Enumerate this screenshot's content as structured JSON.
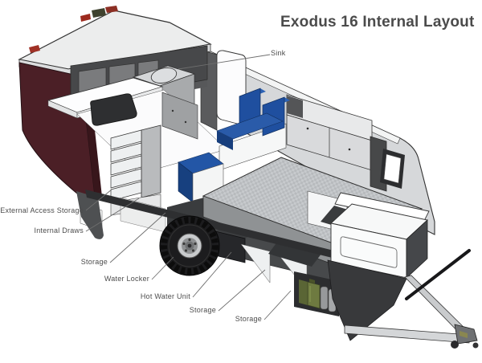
{
  "title": "Exodus 16 Internal Layout",
  "callouts": [
    {
      "id": "sink",
      "text": "Sink"
    },
    {
      "id": "external-access-storage",
      "text": "External Access Storage"
    },
    {
      "id": "internal-draws",
      "text": "Internal Draws"
    },
    {
      "id": "storage-kitchen",
      "text": "Storage"
    },
    {
      "id": "water-locker",
      "text": "Water Locker"
    },
    {
      "id": "hot-water-unit",
      "text": "Hot Water Unit"
    },
    {
      "id": "storage-under-bed",
      "text": "Storage"
    },
    {
      "id": "storage-front",
      "text": "Storage"
    }
  ],
  "colors": {
    "cushion_blue": "#1f4f9f",
    "front_panel_maroon": "#4b1f26",
    "jerry_can_olive": "#6e7a40",
    "body_gray": "#d6d8da",
    "mattress_gray": "#b7babd",
    "line_dark": "#333333",
    "label_gray": "#4c4c4c"
  }
}
